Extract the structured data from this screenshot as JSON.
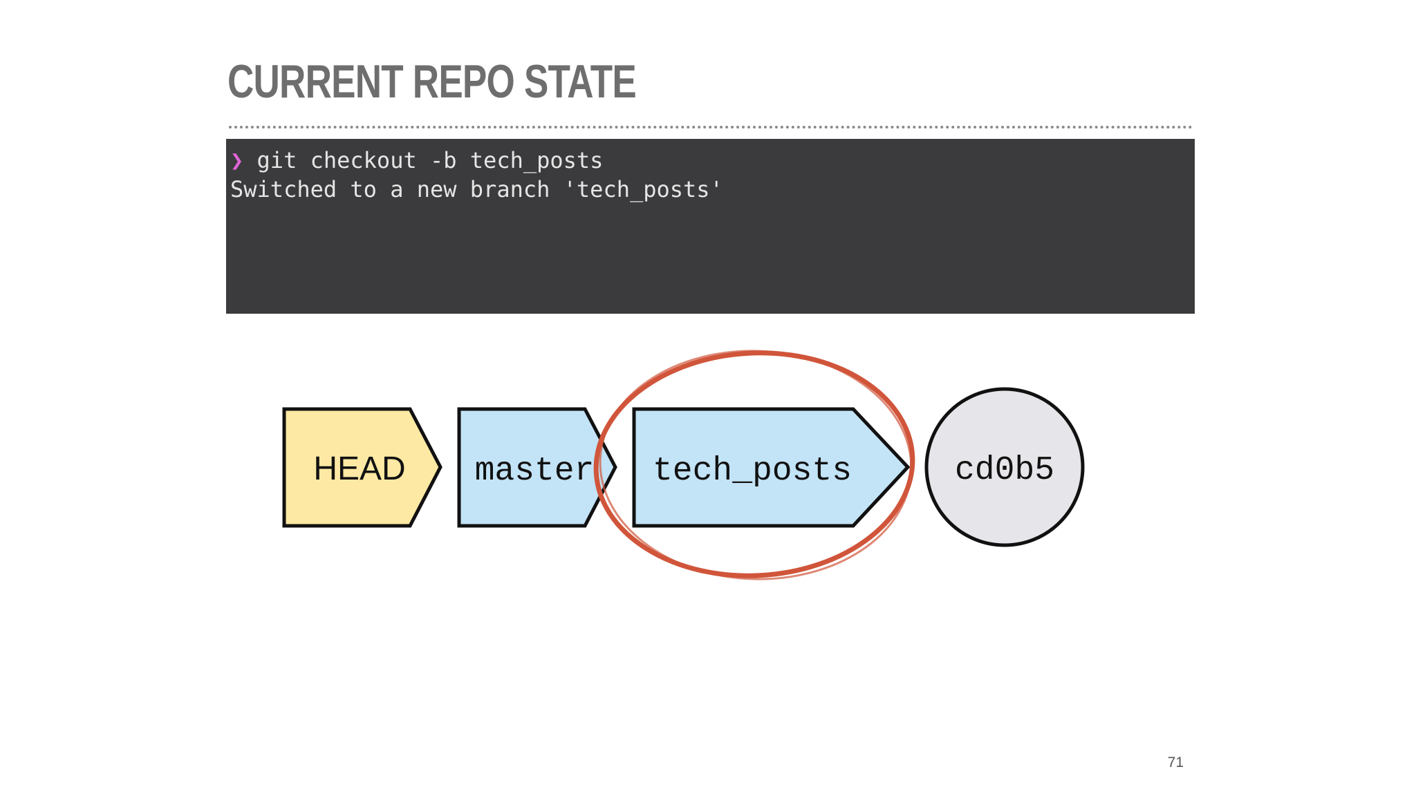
{
  "slide": {
    "title": "CURRENT REPO STATE",
    "page_number": "71"
  },
  "terminal": {
    "prompt_symbol": "❯",
    "command": "git checkout -b tech_posts",
    "output": "Switched to a new branch 'tech_posts'"
  },
  "diagram": {
    "head": {
      "label": "HEAD",
      "color": "#fde9a4"
    },
    "master": {
      "label": "master",
      "color": "#c3e3f6"
    },
    "tech_posts": {
      "label": "tech_posts",
      "color": "#c3e3f6",
      "highlighted": true
    },
    "commit": {
      "label": "cd0b5",
      "color": "#e6e5e9"
    },
    "highlight_color": "#d0553a"
  }
}
